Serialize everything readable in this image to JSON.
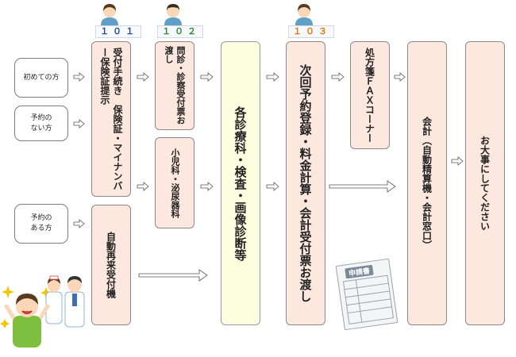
{
  "starts": [
    {
      "text": "初めての方"
    },
    {
      "text": "予約の\nない方"
    },
    {
      "text": "予約の\nある方"
    }
  ],
  "rooms": {
    "r101": {
      "label": "１０１",
      "color": "#1f4e9a"
    },
    "r102": {
      "label": "１０２",
      "color": "#2e8b3a"
    },
    "r103": {
      "label": "１０３",
      "color": "#e07a10"
    }
  },
  "boxes": {
    "reception": "受付手続き　保険証・マイナンバー保険証提示",
    "auto_reception": "自動再来受付機",
    "interview": "問診・診察受付票お渡し",
    "pediatrics": "小児科・泌尿器科",
    "departments": "各診療科・検査・画像診断等",
    "next_appointment": "次回予約登録・料金計算・会計受付票お渡し",
    "prescription_fax": "処方箋ＦＡＸコーナー",
    "accounting": "会計（自動精算機・会計窓口）",
    "farewell": "お大事にしてください"
  },
  "form_title": "申請書"
}
